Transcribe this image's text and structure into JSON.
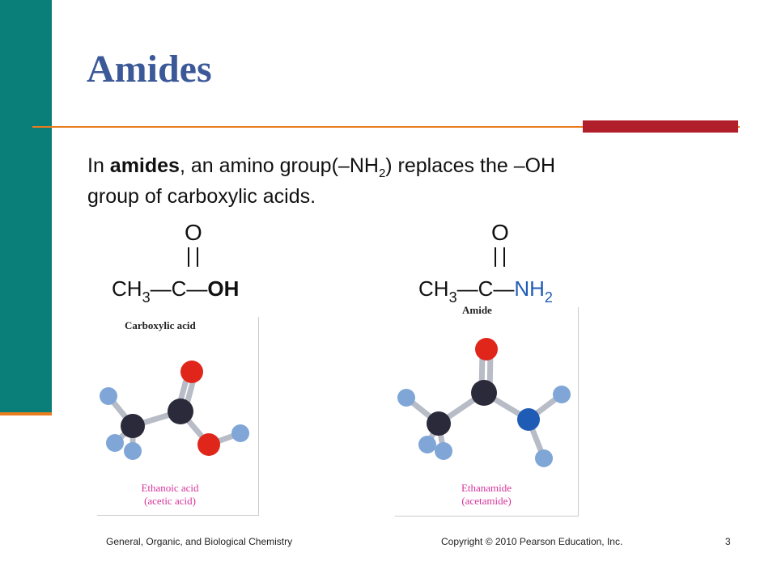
{
  "slide": {
    "title": "Amides",
    "body": {
      "prefix": "In ",
      "bold_term": "amides",
      "text_a": ", an amino group(–NH",
      "sub_a": "2",
      "text_b": ") replaces the –OH",
      "line2": "group of carboxylic acids."
    }
  },
  "formulas": {
    "acid": {
      "o": "O",
      "ch": "CH",
      "ch_sub": "3",
      "chain": "—C—",
      "end": "OH"
    },
    "amide": {
      "o": "O",
      "ch": "CH",
      "ch_sub": "3",
      "chain": "—C—",
      "end": "NH",
      "end_sub": "2"
    }
  },
  "panels": {
    "acid": {
      "title": "Carboxylic acid",
      "caption_line1": "Ethanoic acid",
      "caption_line2": "(acetic acid)"
    },
    "amide": {
      "title": "Amide",
      "caption_line1": "Ethanamide",
      "caption_line2": "(acetamide)"
    }
  },
  "colors": {
    "teal_bar": "#0a7e78",
    "orange_accent": "#e87c1e",
    "red_accent": "#b01f2a",
    "title": "#3b5998",
    "caption": "#d6339a",
    "nh2": "#1f5cb5",
    "atom_carbon": "#2a2a3a",
    "atom_oxygen": "#e0261b",
    "atom_nitrogen": "#1f5cb5",
    "atom_hydrogen": "#7fa6d6"
  },
  "footer": {
    "left": "General, Organic, and Biological Chemistry",
    "center": "Copyright © 2010 Pearson Education, Inc.",
    "page": "3"
  }
}
